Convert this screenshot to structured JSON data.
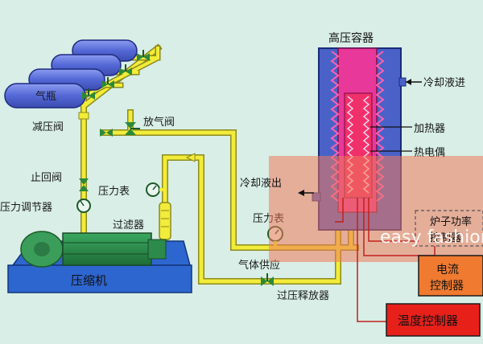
{
  "labels": {
    "gas_cylinder": "气瓶",
    "pressure_reducing_valve": "减压阀",
    "vent_valve": "放气阀",
    "check_valve": "止回阀",
    "pressure_regulator": "压力调节器",
    "pressure_gauge_left": "压力表",
    "filter": "过滤器",
    "compressor": "压缩机",
    "high_pressure_vessel": "高压容器",
    "coolant_in": "冷却液进",
    "heater": "加热器",
    "thermocouple": "热电偶",
    "coolant_out": "冷却液出",
    "pressure_gauge_right": "压力表",
    "gas_supply": "气体供应",
    "overpressure_release": "过压释放器",
    "furnace_power": "炉子功率",
    "furnace_power_controller": "控制器",
    "current_controller_line1": "电流",
    "current_controller_line2": "控制器",
    "temperature_controller": "温度控制器"
  },
  "watermark": "easy fashion",
  "colors": {
    "background": "#d8eee6",
    "pipe": "#f2ec3a",
    "pipe_edge": "#8c8a1e",
    "cylinder": "#5b6fd8",
    "vessel_outer": "#4a62c8",
    "vessel_inner": "#e8389a",
    "heater_zone": "#ee2a70",
    "thermocouple_wire": "#c0201e",
    "compressor_base": "#2e66d0",
    "compressor_motor": "#2c8a4a",
    "valve": "#2a8a3a",
    "highlight_overlay": "#f07a5a",
    "controller_box": "#f07a30",
    "temp_controller_box": "#e8201a"
  }
}
